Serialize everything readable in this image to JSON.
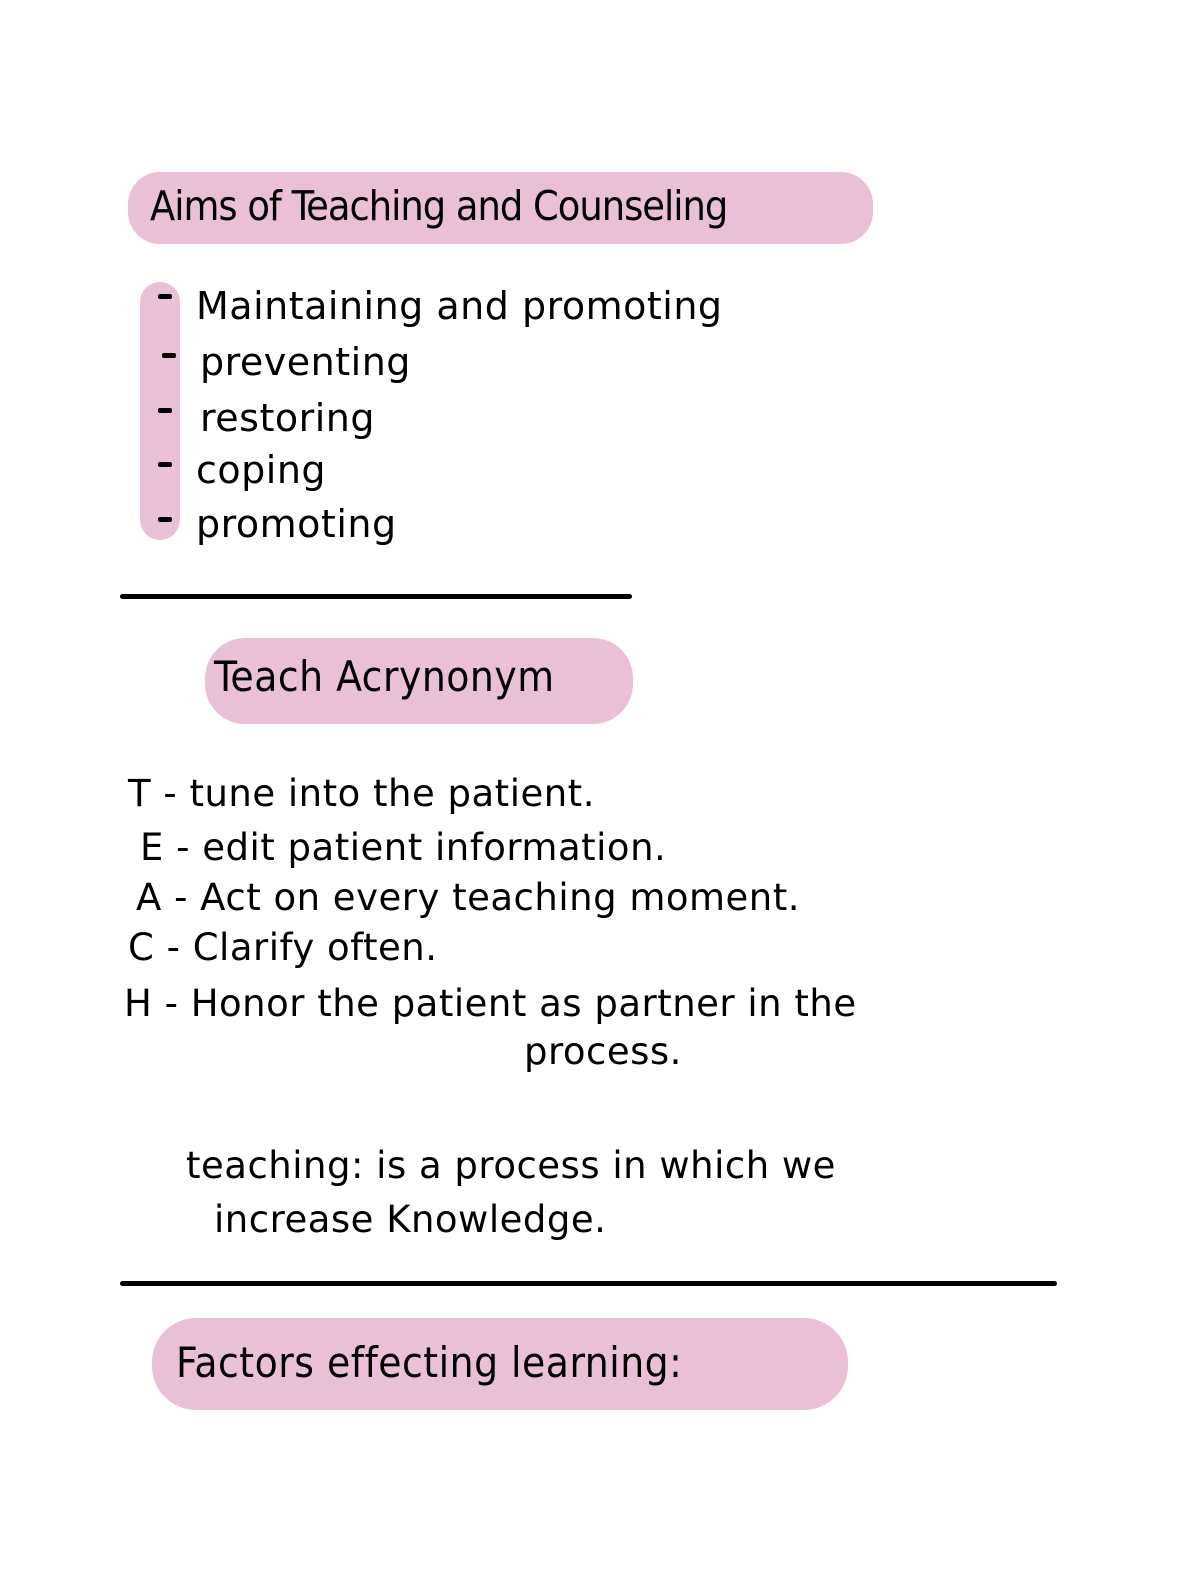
{
  "sections": {
    "aims": {
      "heading": "Aims of Teaching and Counseling",
      "items": [
        "Maintaining and promoting",
        "preventing",
        "restoring",
        "coping",
        "promoting"
      ]
    },
    "teach": {
      "heading": "Teach Acrynonym",
      "lines": [
        "T - tune into the patient.",
        "E - edit patient information.",
        "A - Act on every teaching moment.",
        "C - Clarify often.",
        "H - Honor the patient as partner in the",
        "process."
      ],
      "definition": {
        "line1": "teaching: is a process in which we",
        "line2": "increase Knowledge."
      }
    },
    "factors": {
      "heading": "Factors effecting learning:"
    }
  },
  "colors": {
    "highlight": "#eac0d7",
    "ink": "#000000",
    "background": "#ffffff"
  }
}
